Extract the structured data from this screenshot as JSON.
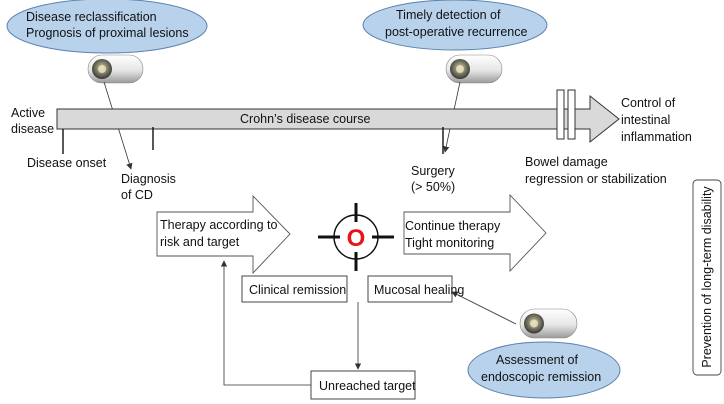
{
  "top_left_ellipse": {
    "line1": "Disease reclassification",
    "line2": "Prognosis of proximal lesions"
  },
  "top_right_ellipse": {
    "line1": "Timely detection of",
    "line2": "post-operative recurrence"
  },
  "bottom_ellipse": {
    "line1": "Assessment of",
    "line2": "endoscopic remission"
  },
  "left_label": {
    "line1": "Active",
    "line2": "disease"
  },
  "right_label": {
    "line1": "Control of",
    "line2": "intestinal",
    "line3": "inflammation"
  },
  "course_label": "Crohn’s disease course",
  "milestones": {
    "onset": "Disease onset",
    "diagnosis": {
      "line1": "Diagnosis",
      "line2": "of CD"
    },
    "surgery": {
      "line1": "Surgery",
      "line2": "(> 50%)"
    },
    "bowel": {
      "line1": "Bowel damage",
      "line2": "regression or stabilization"
    }
  },
  "therapy_arrow": {
    "line1": "Therapy according to",
    "line2": "risk and target"
  },
  "continue_arrow": {
    "line1": "Continue therapy",
    "line2": "Tight monitoring"
  },
  "target_symbol": "O",
  "clinical_remission": "Clinical remission",
  "mucosal_healing": "Mucosal healing",
  "unreached_target": "Unreached target",
  "side_box": "Prevention of long-term disability",
  "colors": {
    "ellipse_fill": "#b8d2ec",
    "ellipse_stroke": "#5b82b0",
    "course_fill": "#d9d9d9",
    "target_red": "#e8141c"
  }
}
